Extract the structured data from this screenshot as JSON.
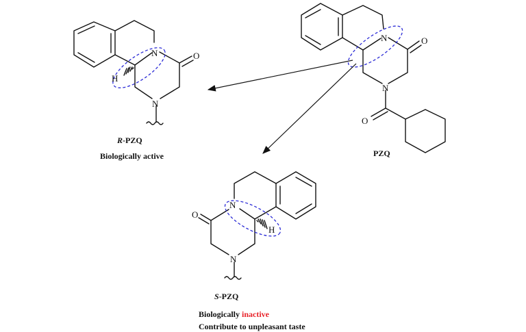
{
  "atoms": {
    "N": "N",
    "O": "O",
    "H": "H"
  },
  "labels": {
    "r_prefix": "R",
    "s_prefix": "S",
    "pzq_suffix": "-PZQ",
    "pzq": "PZQ",
    "r_activity": "Biologically active",
    "s_activity_prefix": "Biologically ",
    "s_activity_highlight": "inactive",
    "s_taste": "Contribute to unpleasant taste"
  },
  "colors": {
    "highlight": "#e8232a",
    "ellipse": "#2b2bd6"
  }
}
